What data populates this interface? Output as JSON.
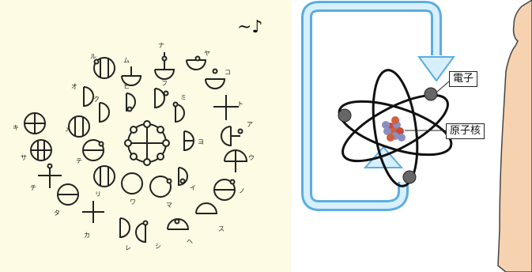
{
  "left_panel": {
    "outer_symbol_labels": [
      "ム",
      "ナ",
      "ヤ",
      "コ",
      "ト",
      "ア",
      "ウ",
      "ノ",
      "ス",
      "ヘ",
      "シ",
      "レ",
      "カ",
      "タ",
      "チ",
      "サ",
      "キ",
      "メ",
      "ル",
      "オ"
    ],
    "mid_symbol_labels": [
      "ヒ",
      "フ",
      "ミ",
      "ヨ",
      "イ",
      "マ",
      "ワ",
      "リ",
      "テ",
      "ク"
    ],
    "tilde_note": "~♪"
  },
  "right_panel": {
    "callouts": {
      "electron": "電子",
      "nucleus": "原子核"
    }
  }
}
